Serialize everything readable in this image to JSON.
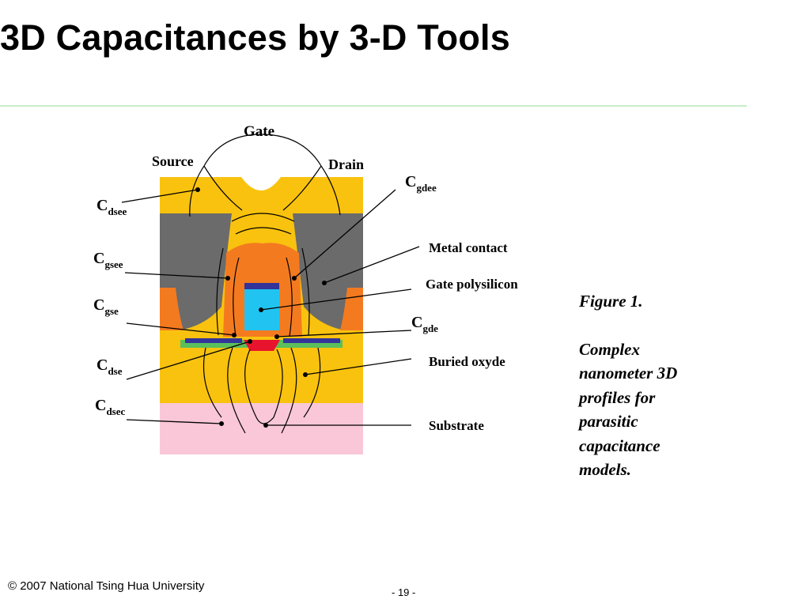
{
  "slide": {
    "title": "3D Capacitances by 3-D Tools",
    "footer": "© 2007 National Tsing Hua University",
    "page_number": "- 19 -"
  },
  "figure": {
    "labels": {
      "gate": "Gate",
      "source": "Source",
      "drain": "Drain",
      "metal_contact": "Metal contact",
      "gate_polysilicon": "Gate polysilicon",
      "buried_oxyde": "Buried oxyde",
      "substrate": "Substrate"
    },
    "capacitances": {
      "dsee": {
        "main": "C",
        "sub": "dsee"
      },
      "gsee": {
        "main": "C",
        "sub": "gsee"
      },
      "gse": {
        "main": "C",
        "sub": "gse"
      },
      "dse": {
        "main": "C",
        "sub": "dse"
      },
      "dsec": {
        "main": "C",
        "sub": "dsec"
      },
      "gdee": {
        "main": "C",
        "sub": "gdee"
      },
      "gde": {
        "main": "C",
        "sub": "gde"
      }
    },
    "caption": {
      "heading": "Figure 1.",
      "lines": [
        "Complex",
        "nanometer 3D",
        "profiles for",
        "parasitic",
        "capacitance",
        "models."
      ]
    },
    "colors": {
      "doped_region": "#f9c20e",
      "metal_contact": "#6b6b6b",
      "spacer": "#f47a20",
      "gate_polysilicon": "#21c4f0",
      "buried_oxyde": "#f9c20e",
      "substrate": "#f9c7d8",
      "gate_dielectric": "#333399",
      "channel": "#e8142e",
      "silicide": "#5bbf5b"
    }
  }
}
